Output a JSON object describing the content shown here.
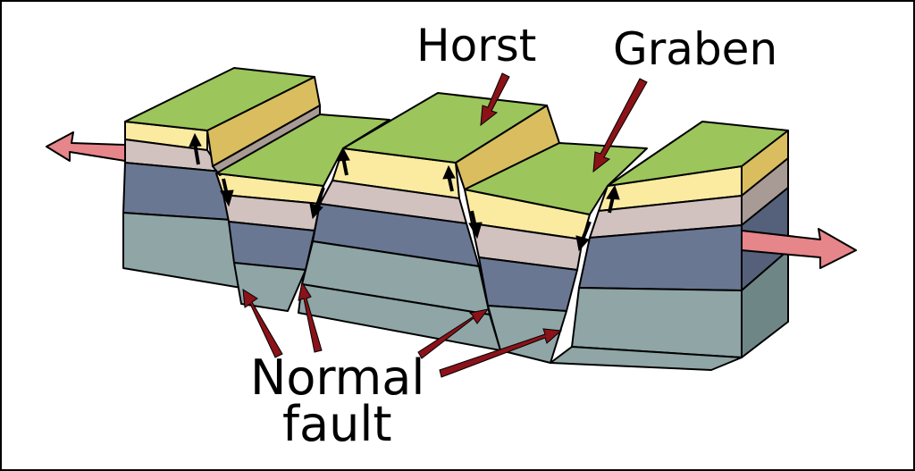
{
  "labels": {
    "horst": "Horst",
    "graben": "Graben",
    "normal_fault_line1": "Normal",
    "normal_fault_line2": "fault"
  },
  "colors": {
    "background": "#ffffff",
    "frame": "#000000",
    "surface_green": "#9cc55b",
    "layer_yellow": "#fbeba0",
    "layer_yellow_side": "#d9bd5f",
    "layer_taupe": "#d2c2bf",
    "layer_taupe_side": "#a89a95",
    "layer_slate": "#6a7793",
    "layer_slate_side": "#55607a",
    "layer_teal": "#8fa5a6",
    "layer_teal_side": "#6f8687",
    "pointer_arrow": "#8b1219",
    "extension_arrow": "#e6858a",
    "motion_arrow": "#000000"
  },
  "icons": {
    "extension": "extension-arrow-icon",
    "slip": "slip-arrow-icon",
    "pointer": "pointer-arrow-icon"
  }
}
